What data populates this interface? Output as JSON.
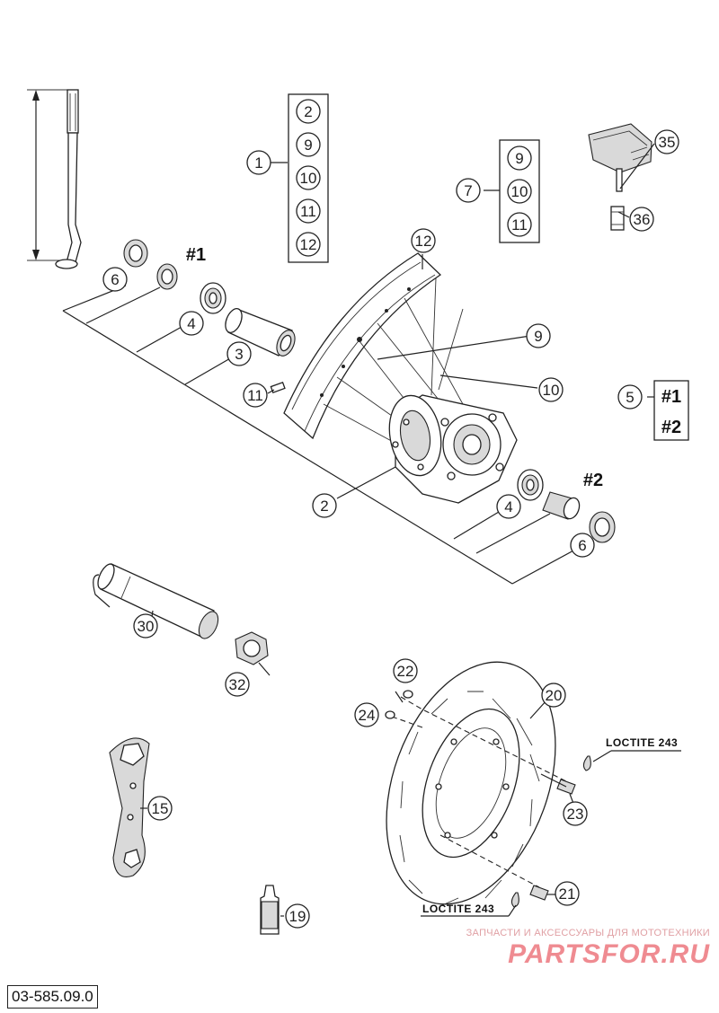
{
  "diagram": {
    "doc_code": "03-585.09.0",
    "callouts": {
      "c1": "1",
      "c2": "2",
      "c3": "3",
      "c4a": "4",
      "c4b": "4",
      "c5": "5",
      "c6a": "6",
      "c6b": "6",
      "c7": "7",
      "c9": "9",
      "c10": "10",
      "c11": "11",
      "c12": "12",
      "c15": "15",
      "c19": "19",
      "c20": "20",
      "c21": "21",
      "c22": "22",
      "c23": "23",
      "c24": "24",
      "c30": "30",
      "c32": "32",
      "c35": "35",
      "c36": "36"
    },
    "kit1_items": [
      "2",
      "9",
      "10",
      "11",
      "12"
    ],
    "kit7_items": [
      "9",
      "10",
      "11"
    ],
    "group_labels": {
      "g1": "#1",
      "g2": "#2"
    },
    "kit5_items": [
      "#1",
      "#2"
    ],
    "notes": {
      "loctite_top": "LOCTITE 243",
      "loctite_bottom": "LOCTITE 243"
    },
    "watermark": {
      "tagline": "ЗАПЧАСТИ И АКСЕССУАРЫ ДЛЯ МОТОТЕХНИКИ",
      "logo": "PARTSFOR.RU"
    }
  }
}
